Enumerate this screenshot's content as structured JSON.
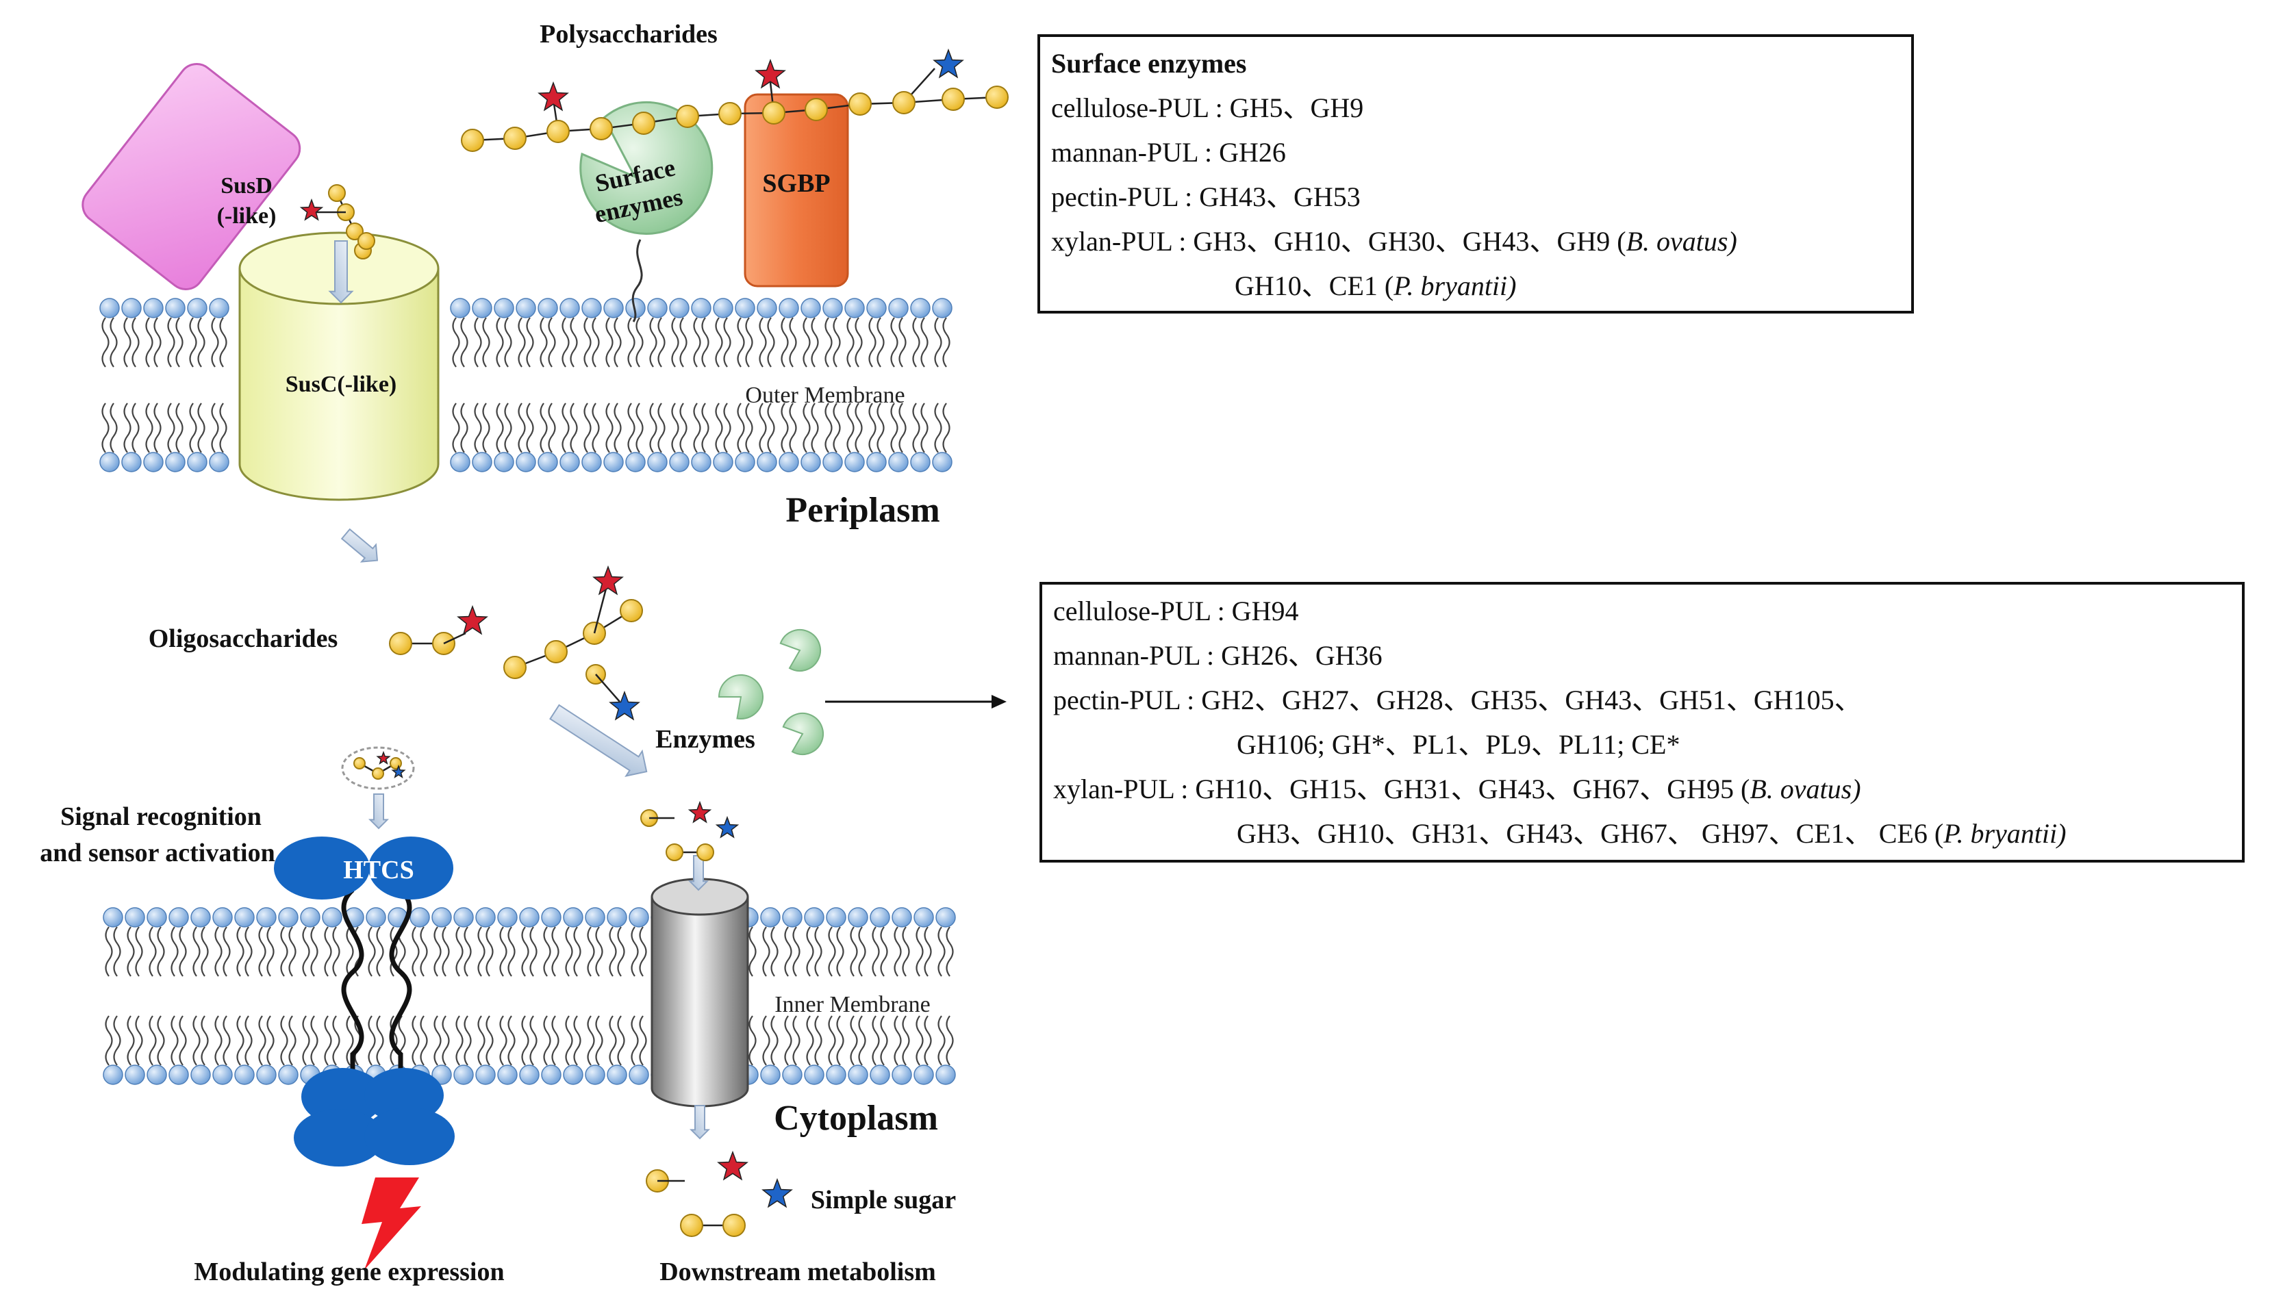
{
  "labels": {
    "polysaccharides": "Polysaccharides",
    "susd_line1": "SusD",
    "susd_line2": "(-like)",
    "susc": "SusC(-like)",
    "surface_enzymes_line1": "Surface",
    "surface_enzymes_line2": "enzymes",
    "sgbp": "SGBP",
    "outer_membrane": "Outer Membrane",
    "periplasm": "Periplasm",
    "oligosaccharides": "Oligosaccharides",
    "enzymes": "Enzymes",
    "signal_line1": "Signal recognition",
    "signal_line2": "and sensor activation",
    "htcs": "HTCS",
    "inner_membrane": "Inner Membrane",
    "cytoplasm": "Cytoplasm",
    "simple_sugar": "Simple sugar",
    "modulating": "Modulating gene expression",
    "downstream": "Downstream  metabolism"
  },
  "surface_box": {
    "title": "Surface enzymes",
    "cellulose": "cellulose-PUL  : GH5、GH9",
    "mannan": "mannan-PUL  : GH26",
    "pectin": "pectin-PUL : GH43、GH53",
    "xylan1_main": "xylan-PUL :  GH3、GH10、GH30、GH43、GH9 (",
    "xylan1_species": "B. ovatus)",
    "xylan2_main": "GH10、CE1 (",
    "xylan2_species": "P. bryantii)"
  },
  "periplasm_box": {
    "cellulose": "cellulose-PUL  : GH94",
    "mannan": "mannan-PUL  : GH26、GH36",
    "pectin1": "pectin-PUL : GH2、GH27、GH28、GH35、GH43、GH51、GH105、",
    "pectin2": "GH106;  GH*、PL1、PL9、PL11;  CE*",
    "xylan1_main": "xylan-PUL :  GH10、GH15、GH31、GH43、GH67、GH95 (",
    "xylan1_species": "B. ovatus)",
    "xylan2_main": "GH3、GH10、GH31、GH43、GH67、 GH97、CE1、 CE6 (",
    "xylan2_species": "P. bryantii)"
  },
  "colors": {
    "sugar": "#f4c542",
    "red_star": "#d42030",
    "blue_star": "#1e64c8",
    "membrane_head": "#8fb8e6",
    "susd": "#f39be8",
    "susc": "#f1f5b8",
    "sgbp": "#f07a42",
    "enzyme": "#a9d9ad",
    "htcs": "#1566c3",
    "bolt": "#ee1c25"
  }
}
